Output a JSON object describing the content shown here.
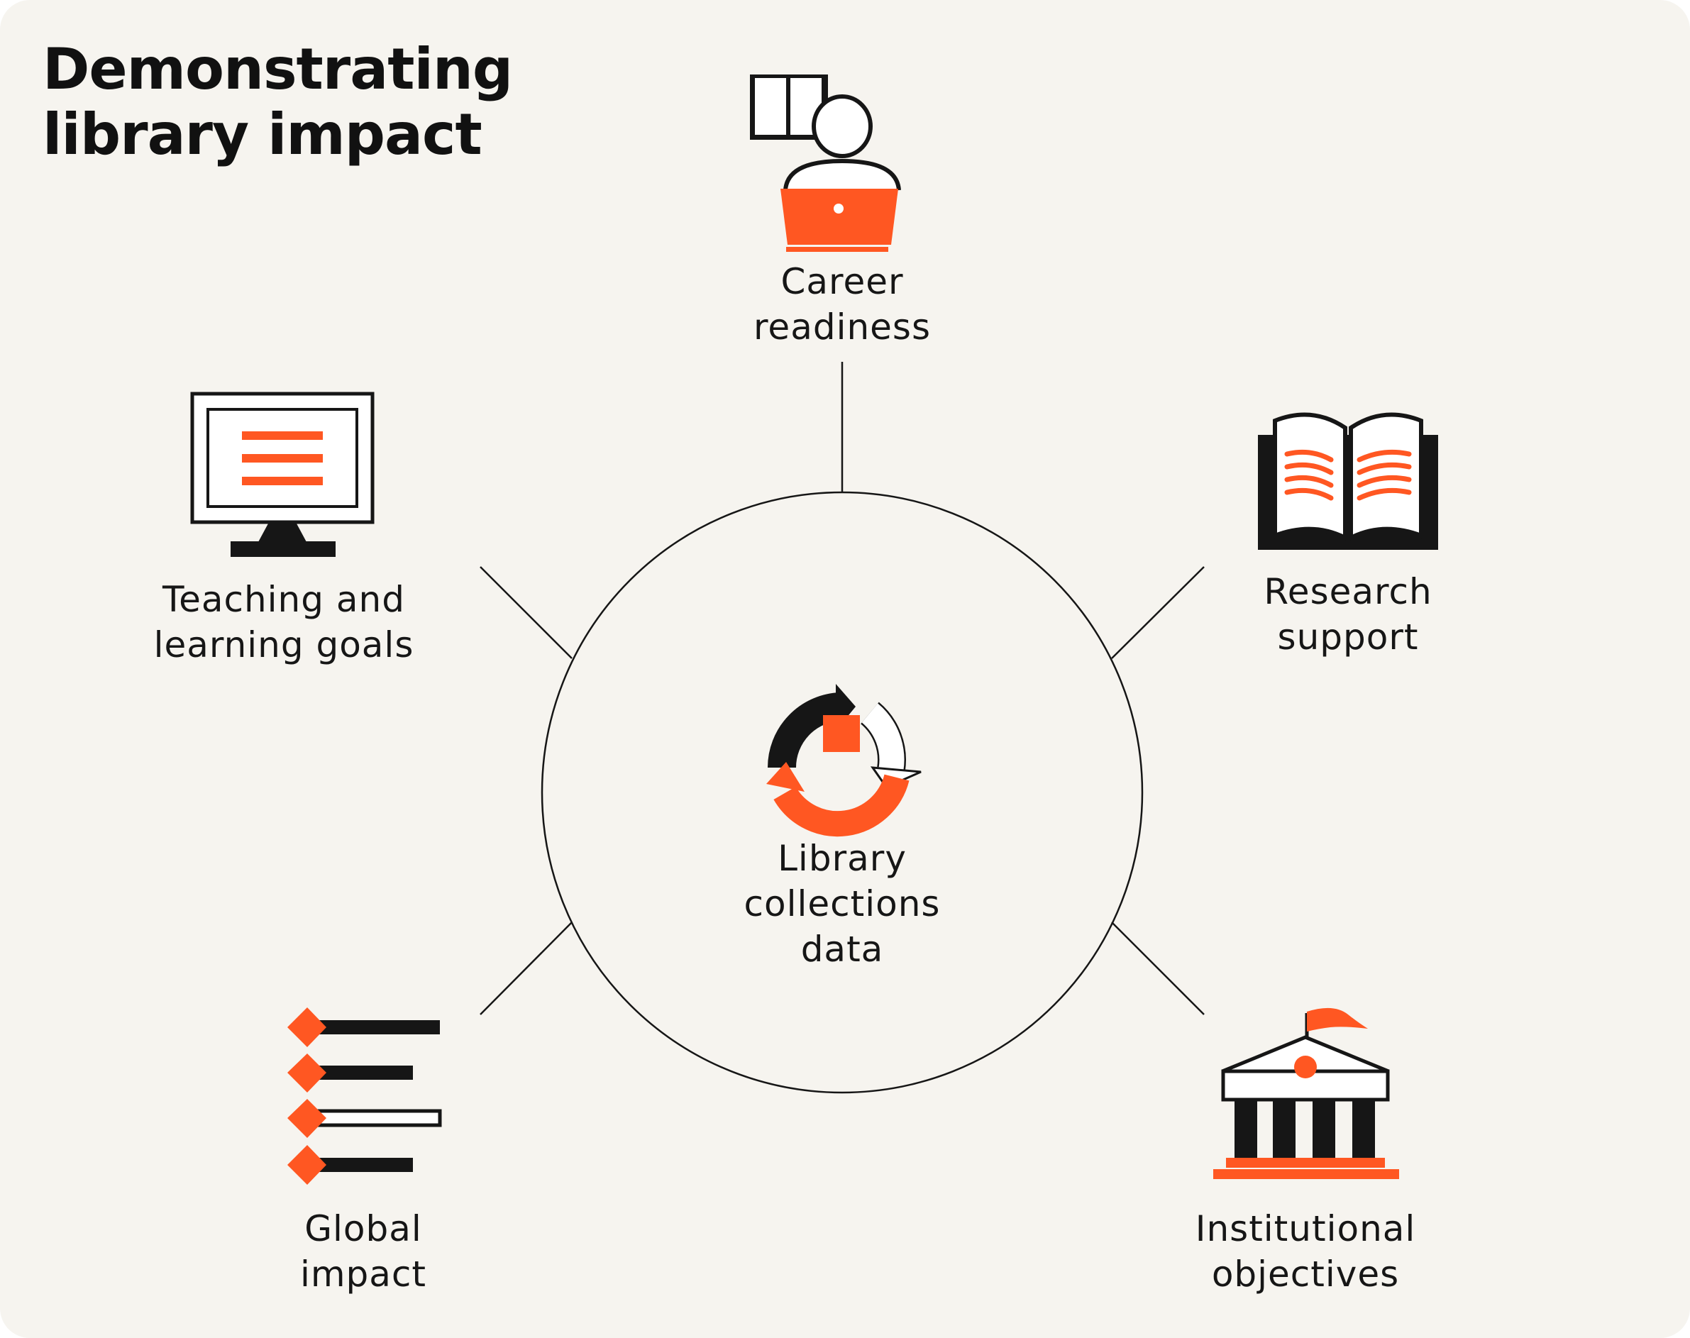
{
  "title": {
    "line1": "Demonstrating",
    "line2": "library impact"
  },
  "center": {
    "lines": [
      "Library",
      "collections",
      "data"
    ]
  },
  "nodes": {
    "career": {
      "lines": [
        "Career",
        "readiness"
      ]
    },
    "research": {
      "lines": [
        "Research",
        "support"
      ]
    },
    "institutional": {
      "lines": [
        "Institutional",
        "objectives"
      ]
    },
    "global": {
      "lines": [
        "Global",
        "impact"
      ]
    },
    "teaching": {
      "lines": [
        "Teaching and",
        "learning goals"
      ]
    }
  },
  "colors": {
    "background": "#f6f4ef",
    "accent": "#ff5722",
    "ink": "#161616"
  }
}
